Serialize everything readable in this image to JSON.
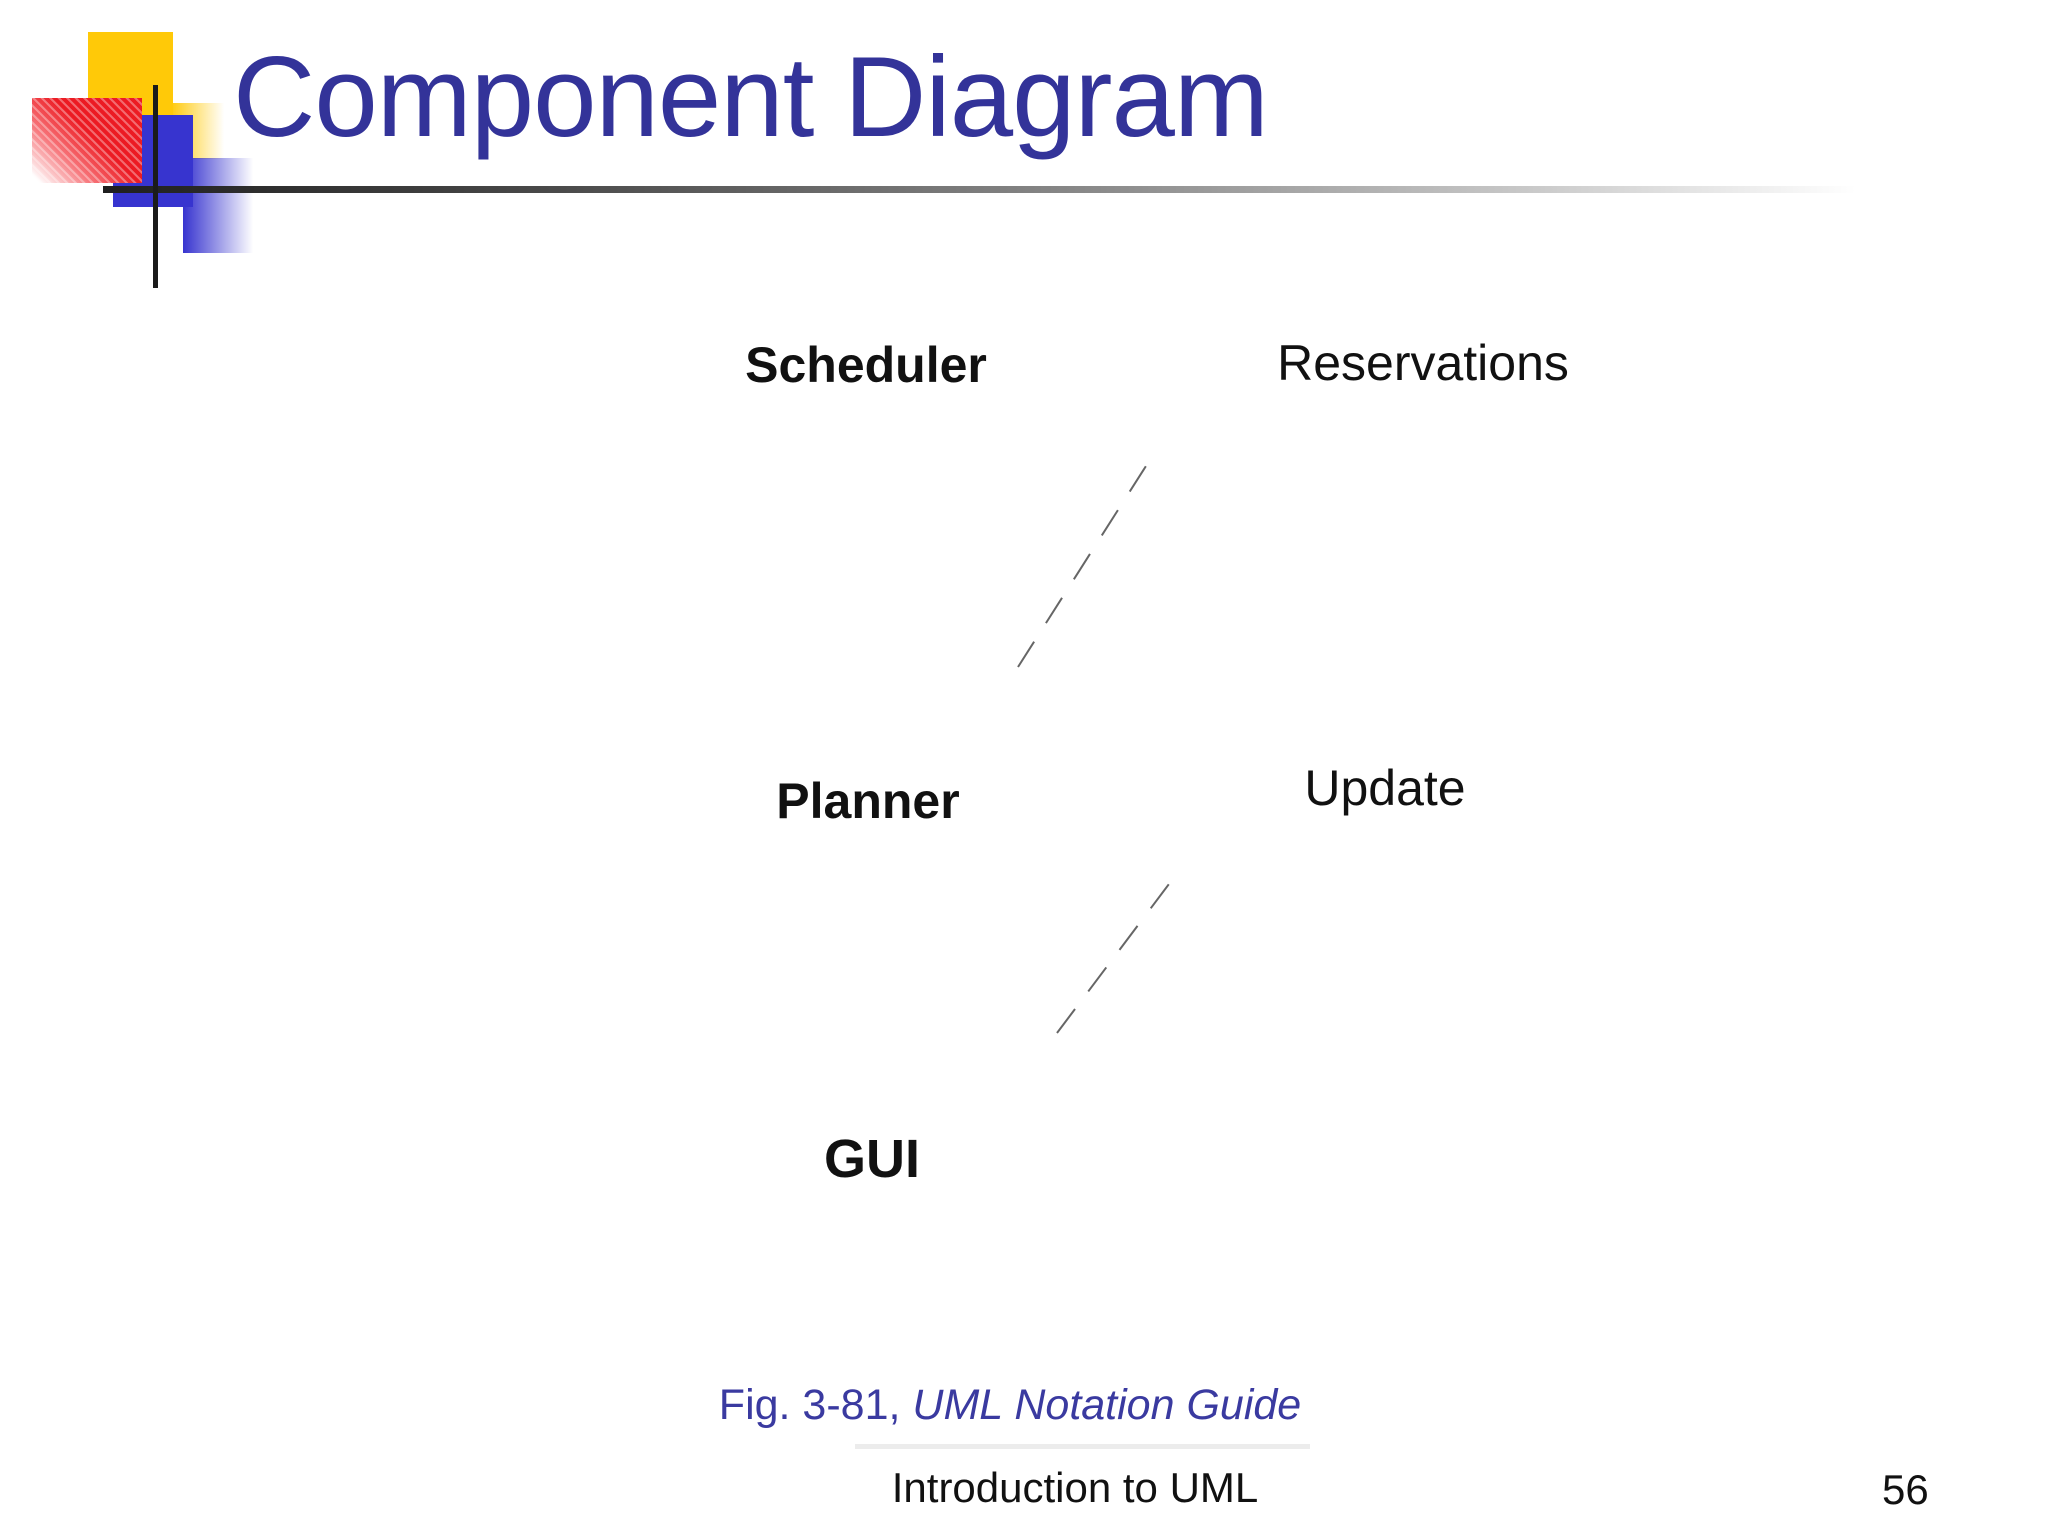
{
  "slide": {
    "title": "Component Diagram",
    "footer": "Introduction to UML",
    "page_number": "56",
    "caption": {
      "prefix": "Fig. 3-81, ",
      "source": "UML Notation Guide"
    }
  },
  "diagram": {
    "type": "uml-component-diagram",
    "nodes": [
      {
        "id": "scheduler",
        "label": "Scheduler",
        "emphasis": "bold"
      },
      {
        "id": "reservations",
        "label": "Reservations",
        "emphasis": "regular"
      },
      {
        "id": "planner",
        "label": "Planner",
        "emphasis": "bold"
      },
      {
        "id": "update",
        "label": "Update",
        "emphasis": "regular"
      },
      {
        "id": "gui",
        "label": "GUI",
        "emphasis": "bold"
      }
    ],
    "edges": [
      {
        "style": "dashed",
        "from_area": "planner",
        "to_area": "scheduler-reservations"
      },
      {
        "style": "dashed",
        "from_area": "gui",
        "to_area": "planner-update"
      }
    ]
  },
  "colors": {
    "title_text": "#333399",
    "caption_text": "#3A3AA0",
    "body_text": "#111111",
    "dashed_line": "#666666",
    "accent_yellow": "#FFC908",
    "accent_blue": "#3734CF",
    "accent_red": "#EC1B23",
    "rule_dark": "#1F1F1F"
  }
}
